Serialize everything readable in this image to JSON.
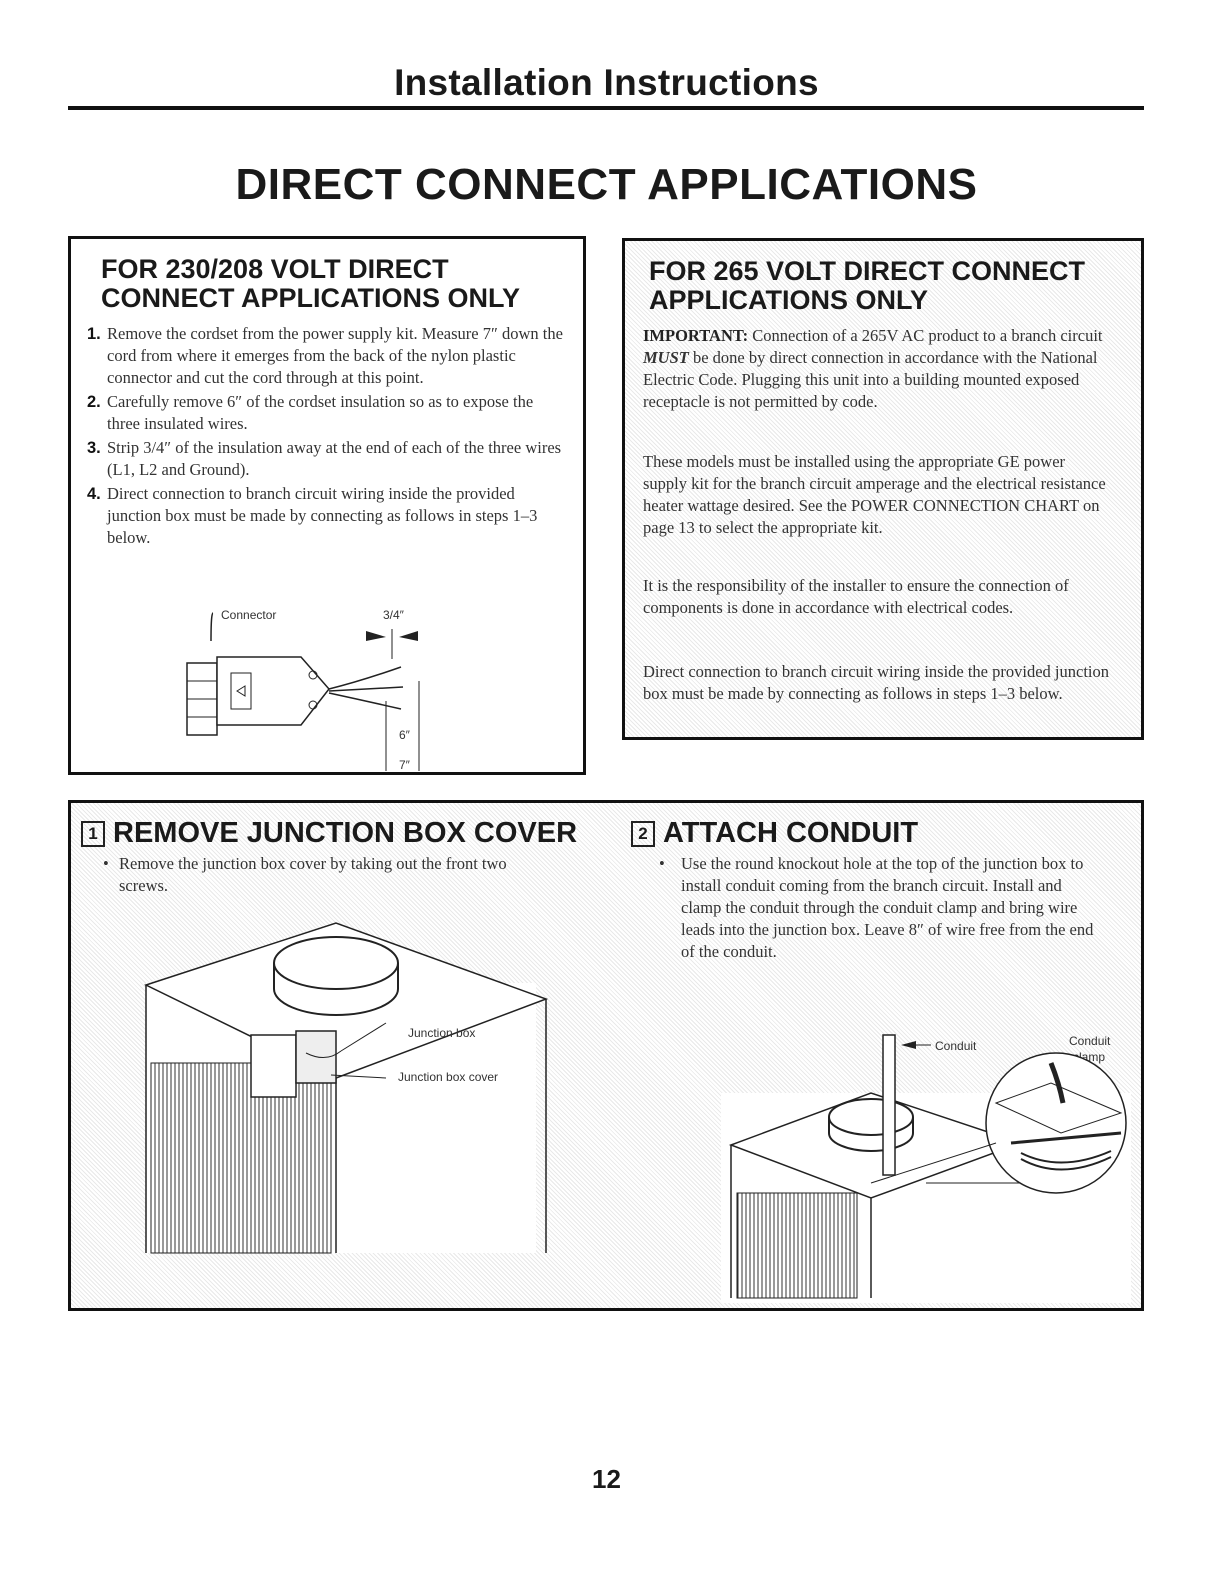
{
  "header": {
    "title": "Installation Instructions"
  },
  "main_title": "DIRECT CONNECT APPLICATIONS",
  "section_230": {
    "heading_line1": "FOR 230/208 VOLT DIRECT",
    "heading_line2": "CONNECT APPLICATIONS ONLY",
    "steps": [
      {
        "num": "1.",
        "text": "Remove the cordset from the power supply kit. Measure 7″ down the cord from where it emerges from the back of the nylon plastic connector and cut the cord through at this point."
      },
      {
        "num": "2.",
        "text": "Carefully remove 6″ of the cordset insulation so as to expose the three insulated wires."
      },
      {
        "num": "3.",
        "text": "Strip 3/4″ of the insulation away at the end of each of the three wires (L1, L2 and Ground)."
      },
      {
        "num": "4.",
        "text": "Direct connection to branch circuit wiring inside the provided junction box must be made by connecting as follows in steps 1–3 below."
      }
    ],
    "figure": {
      "connector_label": "Connector",
      "strip_label": "3/4″",
      "six_label": "6″",
      "seven_label": "7″"
    }
  },
  "section_265": {
    "heading_line1": "FOR 265 VOLT DIRECT CONNECT",
    "heading_line2": "APPLICATIONS ONLY",
    "important_label": "IMPORTANT:",
    "important_pre": "Connection of a 265V AC product to a branch circuit",
    "important_must": "MUST",
    "important_post": "be done by direct connection in accordance with the National Electric Code. Plugging this unit into a building mounted exposed receptacle is not permitted by code.",
    "para2": "These models must be installed using the appropriate GE power supply kit for the branch circuit amperage and the electrical resistance heater wattage desired. See the POWER CONNECTION CHART on page 13 to select the appropriate kit.",
    "para3": "It is the responsibility of the installer to ensure the connection of components is done in accordance with electrical codes.",
    "para4": "Direct connection to branch circuit wiring inside the provided junction box must be made by connecting as follows in steps 1–3 below."
  },
  "step1": {
    "number": "1",
    "title": "REMOVE JUNCTION BOX COVER",
    "bullet": "•",
    "text": "Remove the junction box cover by taking out the front two screws.",
    "figure": {
      "junction_box_label": "Junction box",
      "junction_box_cover_label": "Junction box cover"
    }
  },
  "step2": {
    "number": "2",
    "title": "ATTACH CONDUIT",
    "bullet": "•",
    "text": "Use the round knockout hole at the top of the junction box to install conduit coming from the branch circuit. Install and clamp the conduit through the conduit clamp and bring wire leads into the junction box. Leave 8″ of wire free from the end of the conduit.",
    "figure": {
      "conduit_label": "Conduit",
      "clamp_label_line1": "Conduit",
      "clamp_label_line2": "clamp"
    }
  },
  "page_number": "12"
}
